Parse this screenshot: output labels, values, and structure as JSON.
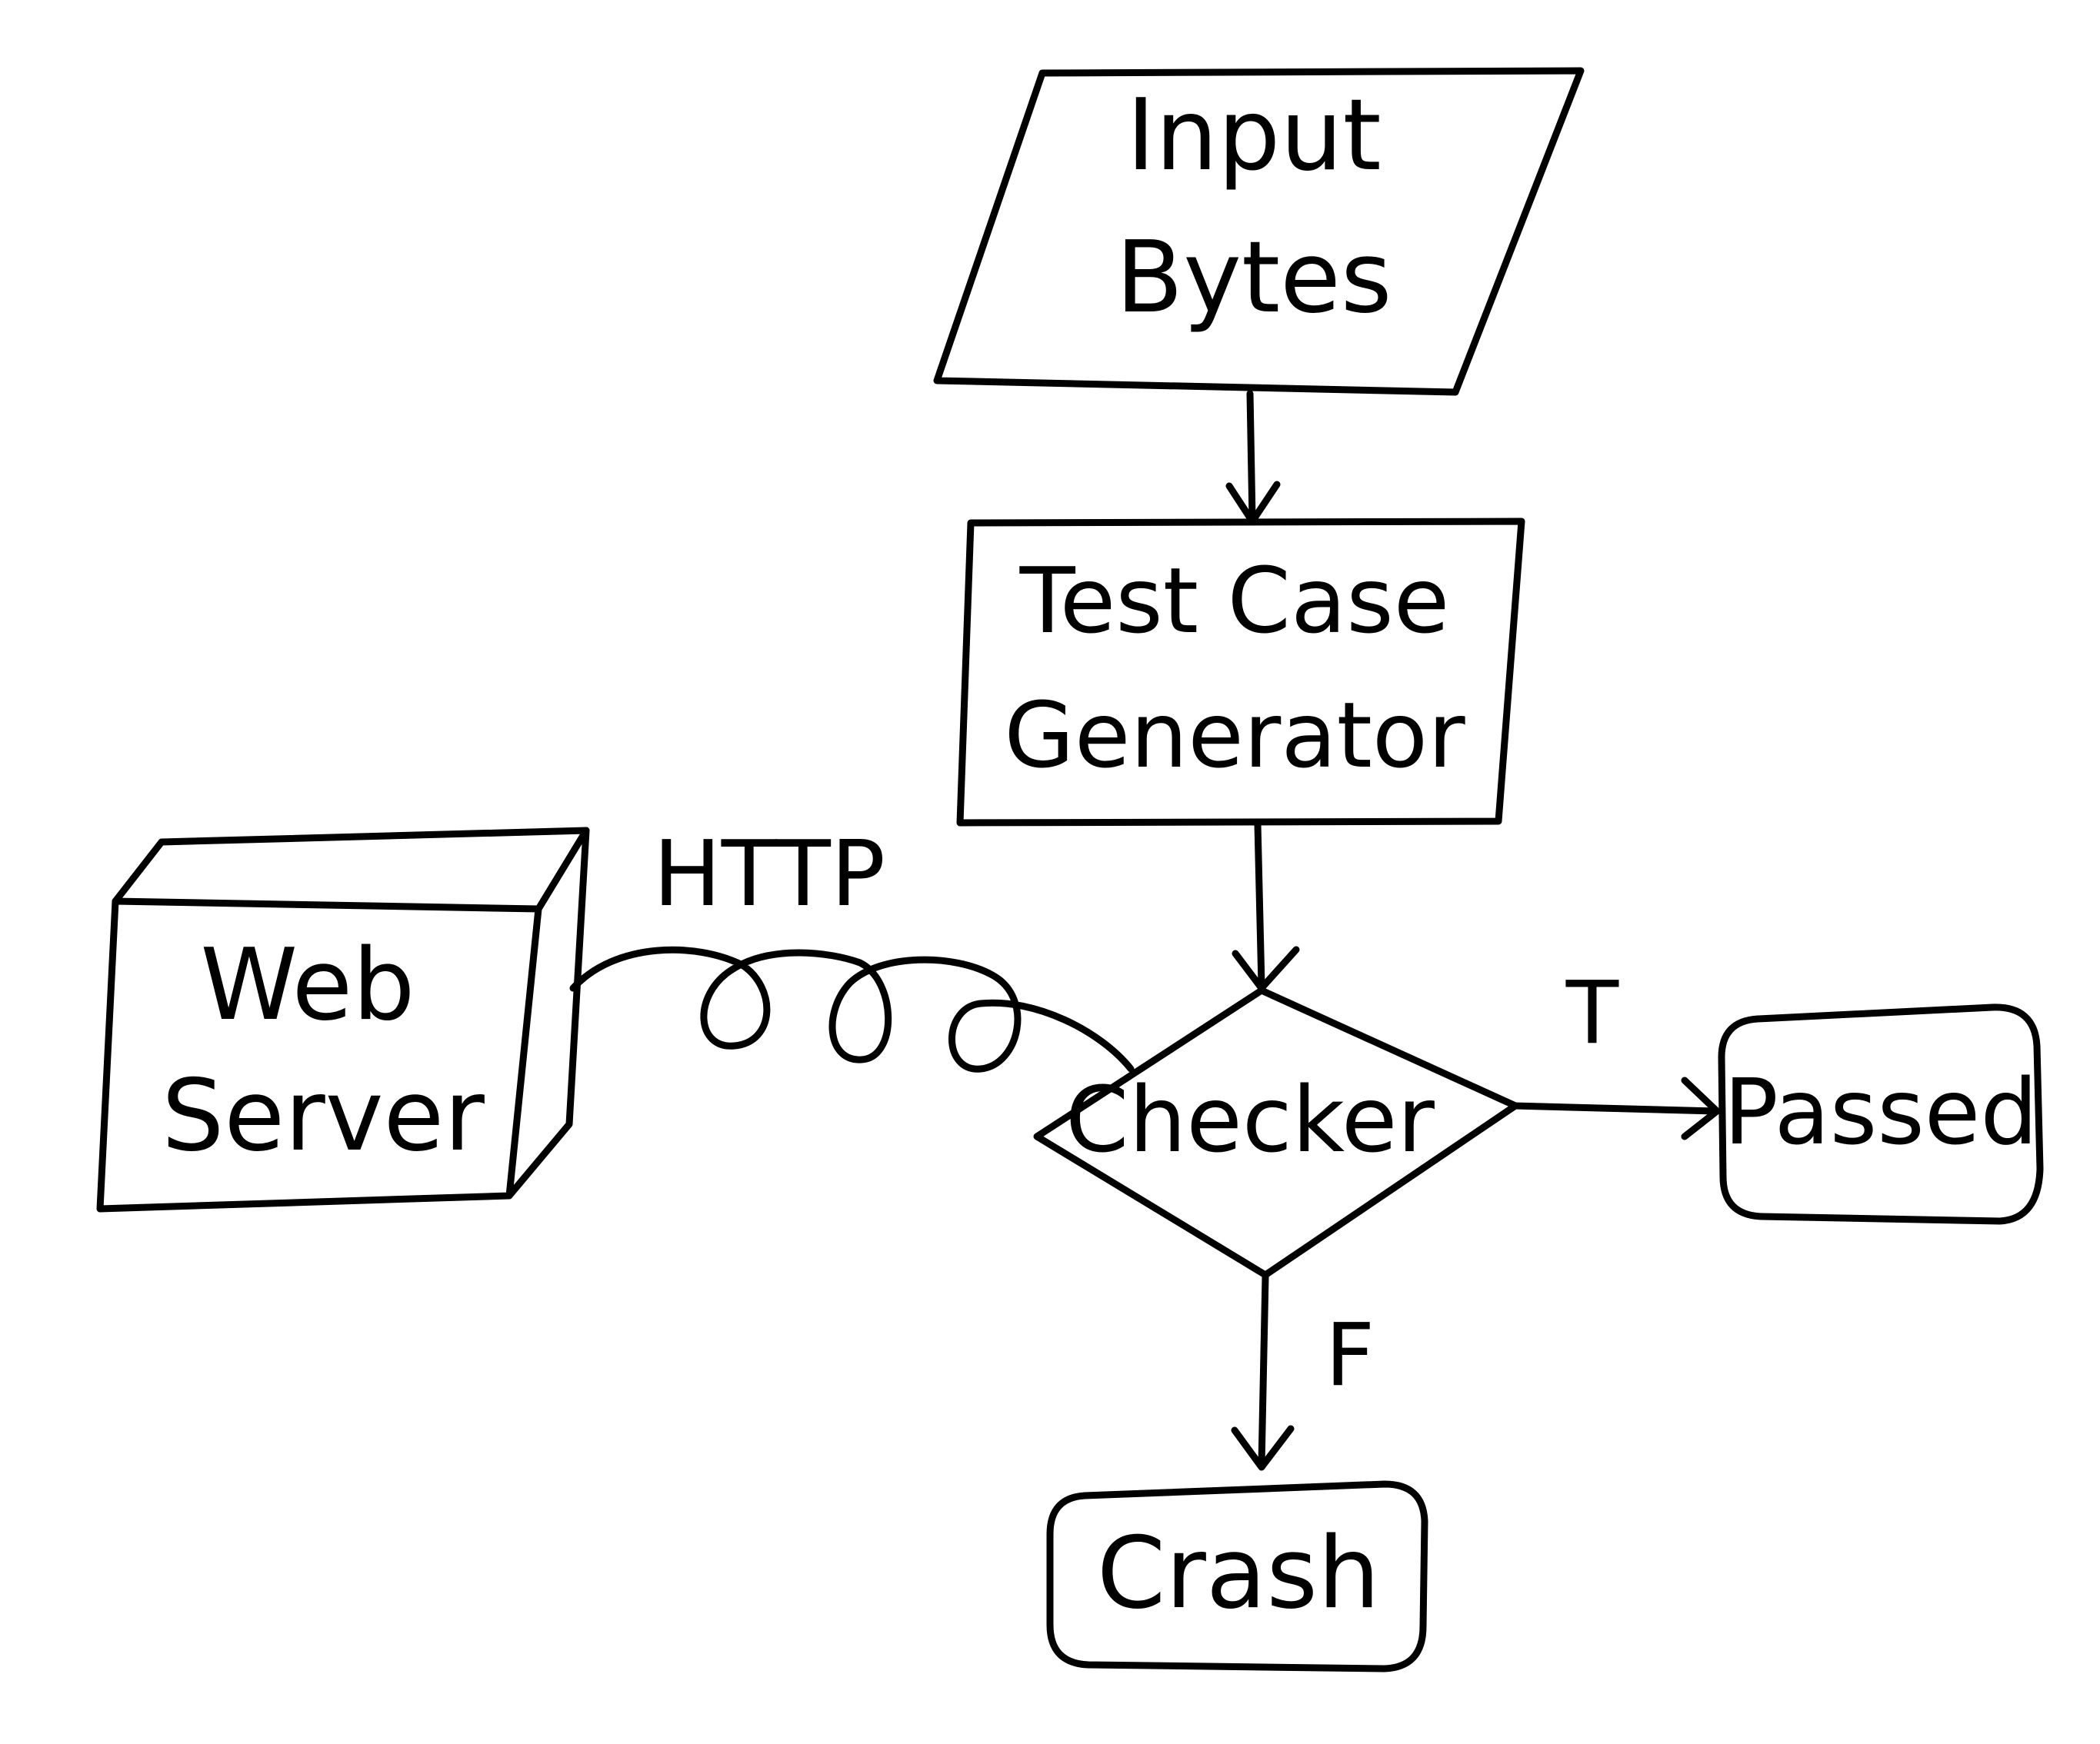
{
  "nodes": {
    "input": {
      "line1": "Input",
      "line2": "Bytes"
    },
    "generator": {
      "line1": "Test Case",
      "line2": "Generator"
    },
    "web_server": {
      "line1": "Web",
      "line2": "Server"
    },
    "checker": {
      "label": "Checker"
    },
    "passed": {
      "label": "Passed"
    },
    "crash": {
      "label": "Crash"
    }
  },
  "edges": {
    "http": {
      "label": "HTTP"
    },
    "true_branch": {
      "label": "T"
    },
    "false_branch": {
      "label": "F"
    }
  },
  "colors": {
    "ink": "#000000",
    "paper": "#ffffff"
  }
}
